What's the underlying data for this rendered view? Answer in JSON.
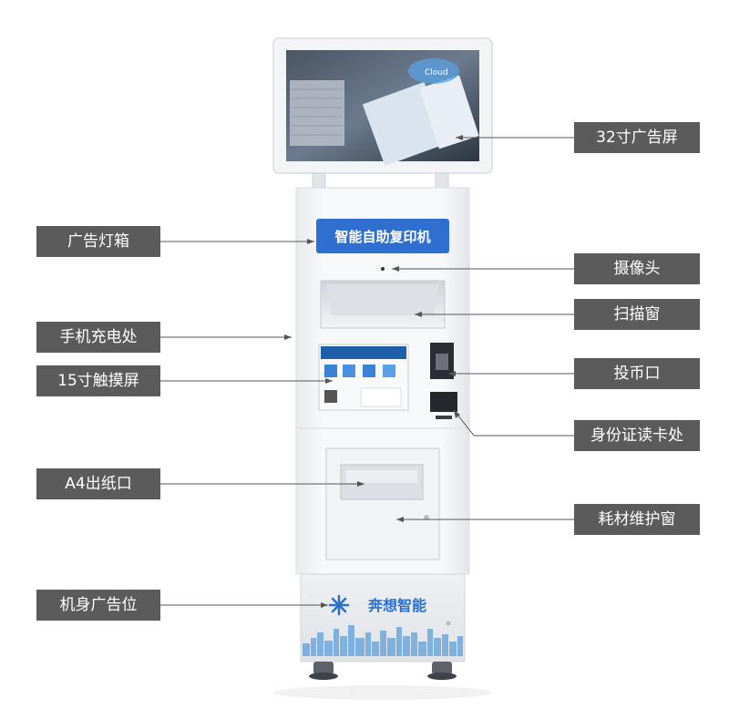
{
  "machine": {
    "header_text": "智能自助复印机",
    "brand_text": "奔想智能",
    "colors": {
      "header_blue": "#2f6fd0",
      "brand_blue": "#2a6fc9",
      "body_white": "#f4f5f7",
      "label_gray": "#5b5b5b",
      "skyline": "#6fa8dc"
    },
    "ad_screen_text": "Cloud"
  },
  "callouts": {
    "ad_screen": "32寸广告屏",
    "ad_lightbox": "广告灯箱",
    "camera": "摄像头",
    "scan_window": "扫描窗",
    "phone_charging": "手机充电处",
    "touchscreen": "15寸触摸屏",
    "coin_slot": "投币口",
    "id_card_reader": "身份证读卡处",
    "paper_outlet": "A4出纸口",
    "consumables_window": "耗材维护窗",
    "body_ad_area": "机身广告位"
  }
}
